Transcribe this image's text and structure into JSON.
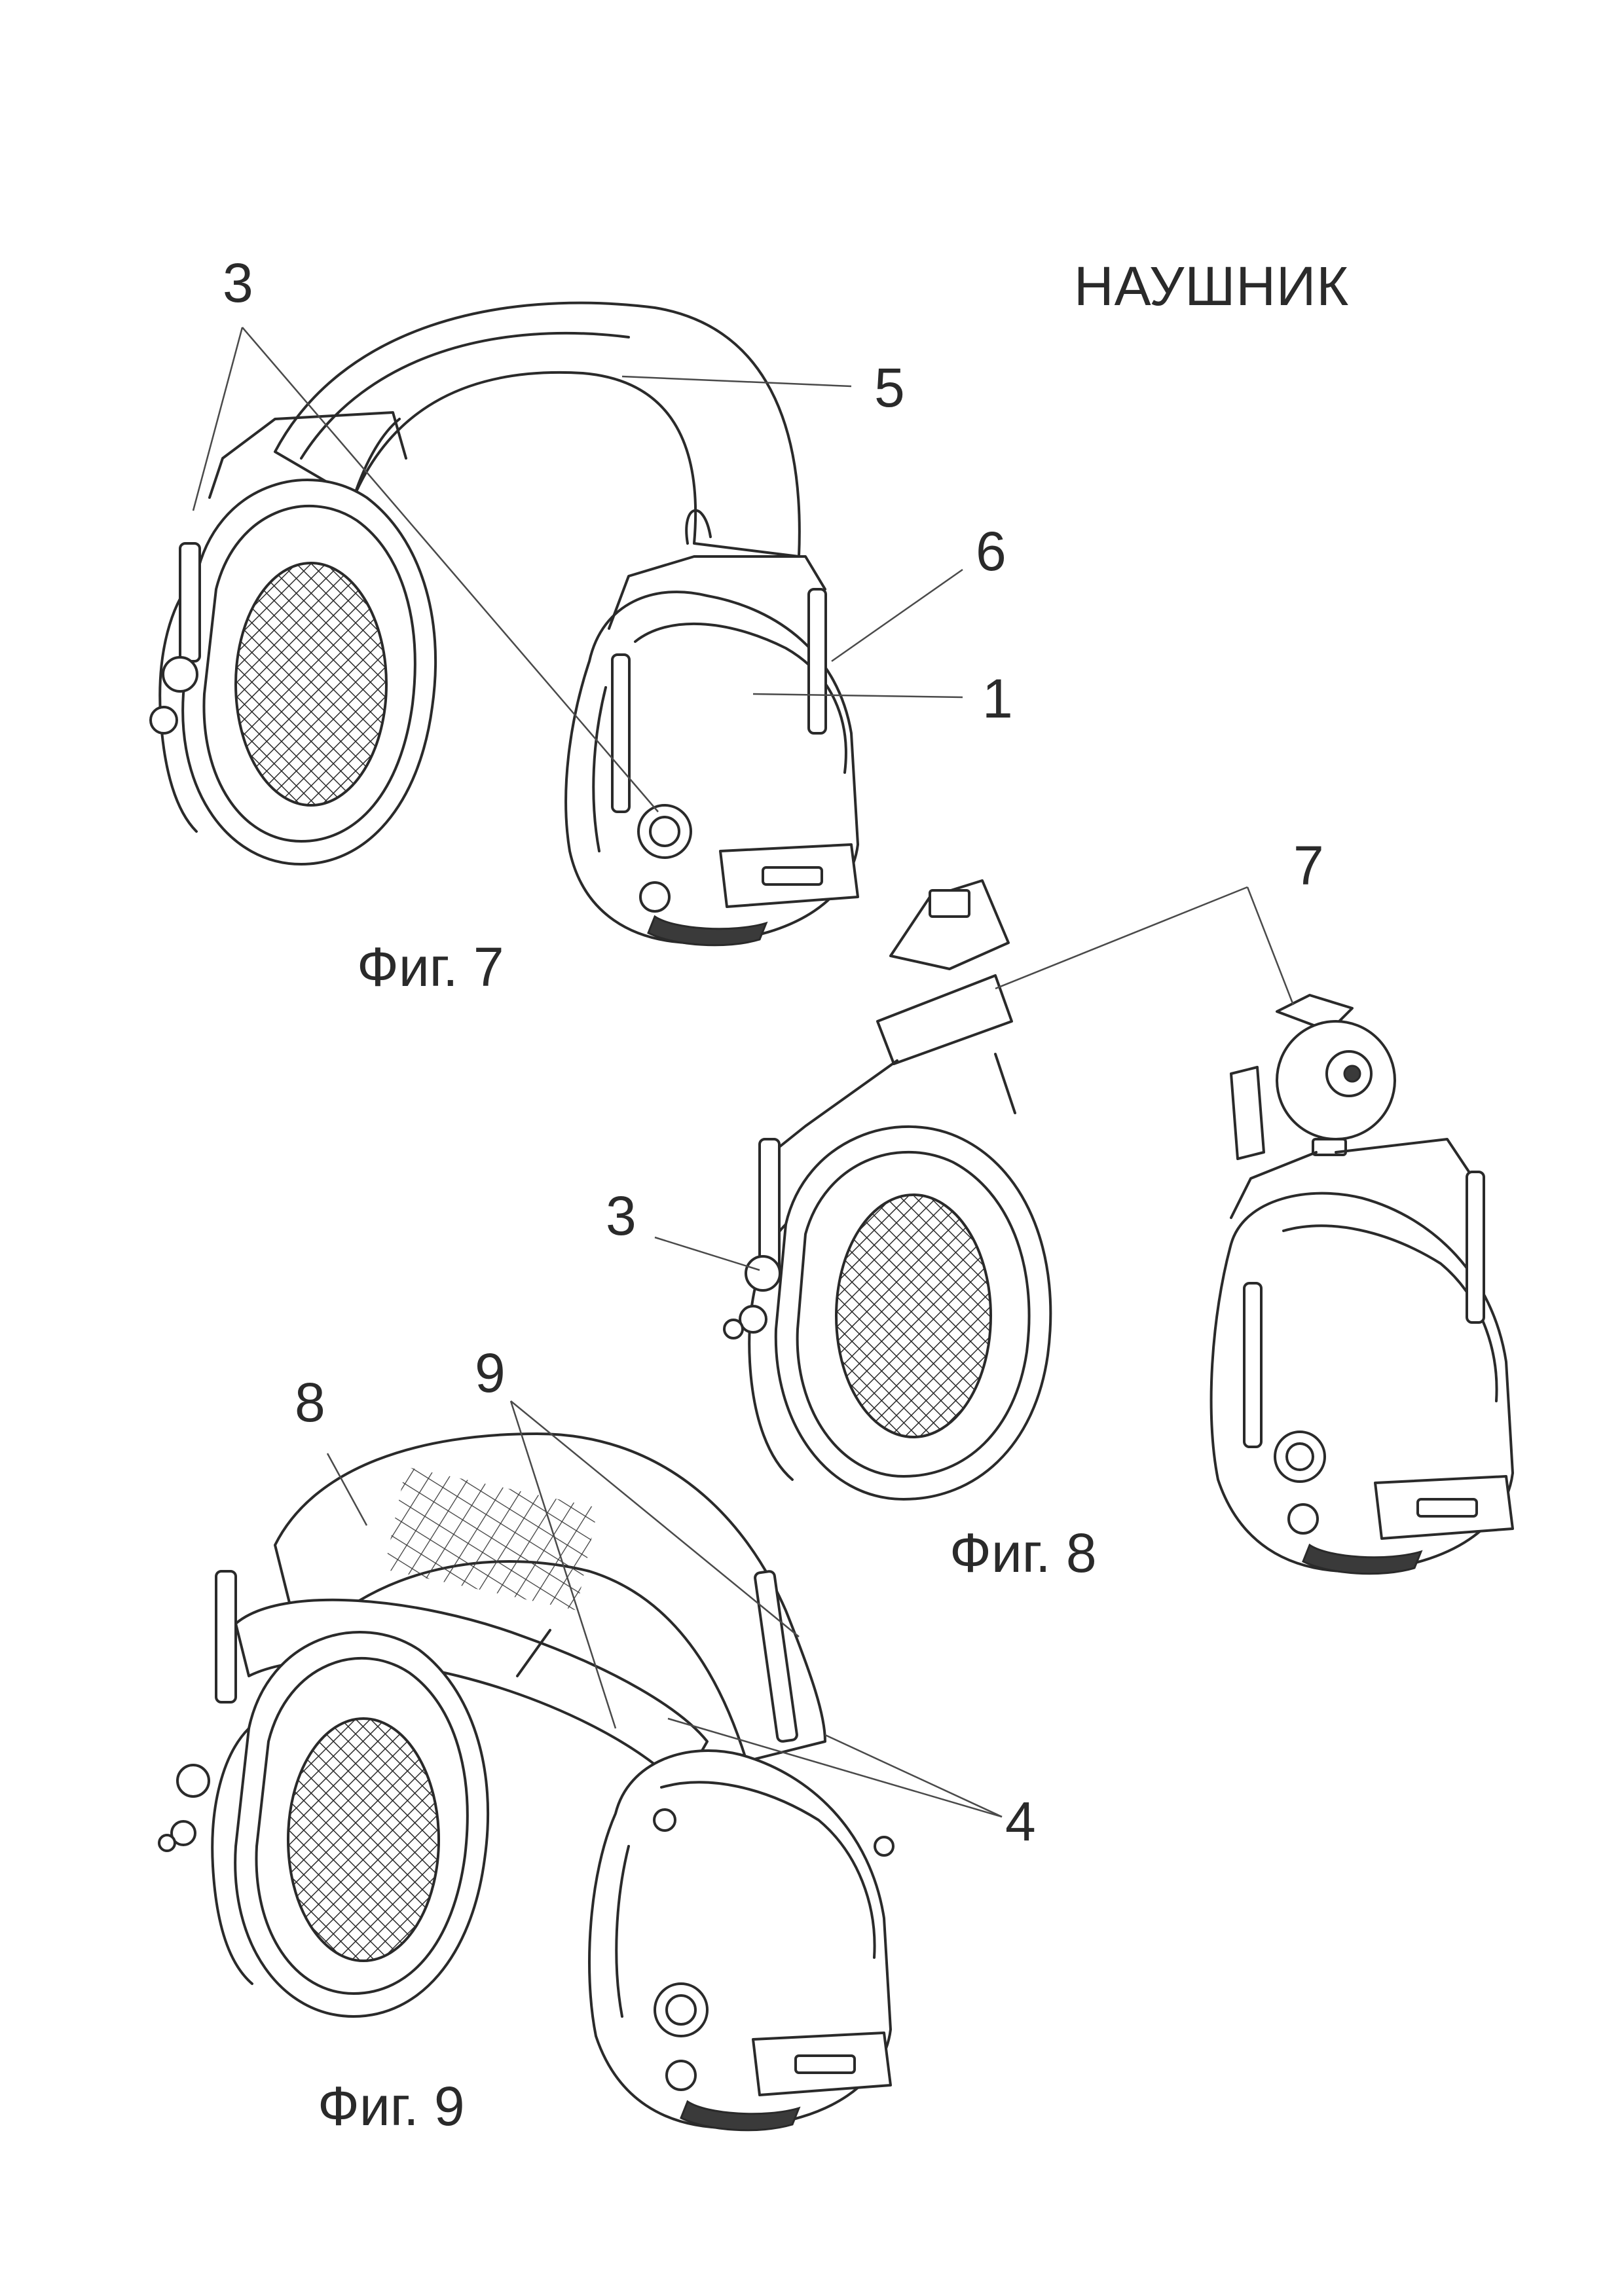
{
  "title": "НАУШНИК",
  "figures": [
    {
      "id": "fig7",
      "caption": "Фиг. 7"
    },
    {
      "id": "fig8",
      "caption": "Фиг. 8"
    },
    {
      "id": "fig9",
      "caption": "Фиг. 9"
    }
  ],
  "callouts": {
    "fig7": [
      "3",
      "5",
      "6",
      "1"
    ],
    "fig8": [
      "7",
      "3"
    ],
    "fig9": [
      "8",
      "9",
      "4"
    ]
  }
}
